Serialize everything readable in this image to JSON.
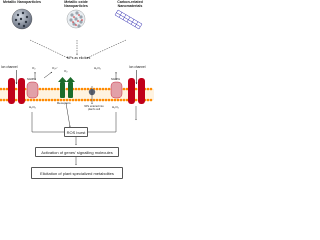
{
  "nanoparticles": {
    "metallic": "Metallic Nanoparticles",
    "metallic_oxide": "Metallic oxide Nanoparticles",
    "carbon_related": "Carbon-related Nanomaterials"
  },
  "np_as_elicitors": "NPs as elicitors",
  "ion_channel_left": "Ion channel",
  "ion_channel_right": "Ion channel",
  "nadph_left": "NADPH",
  "nadph_right": "NADPH",
  "o2_left": "O₂",
  "o2_center": "O₂",
  "o2_radical_left": "O₂•⁻",
  "h2o2_left": "H₂O₂",
  "h2o2_right": "H₂O₂",
  "h2o2_right_inner": "H₂O₂",
  "receptors": "Receptors",
  "nps_entered": "NPs entered into plant's cell",
  "ros_burst": "ROS burst",
  "activation": "Activation of genes' signalling molecules",
  "elicitation": "Elicitation of plant specialized metabolites",
  "colors": {
    "membrane_head": "#ff8a00",
    "membrane_tail": "#ffffff",
    "ion_channel": "#c0001a",
    "ion_channel_light": "#e2a0a8",
    "receptor": "#1a6b2a",
    "nanotube": "#2e2ab0",
    "arrow": "#333333"
  }
}
